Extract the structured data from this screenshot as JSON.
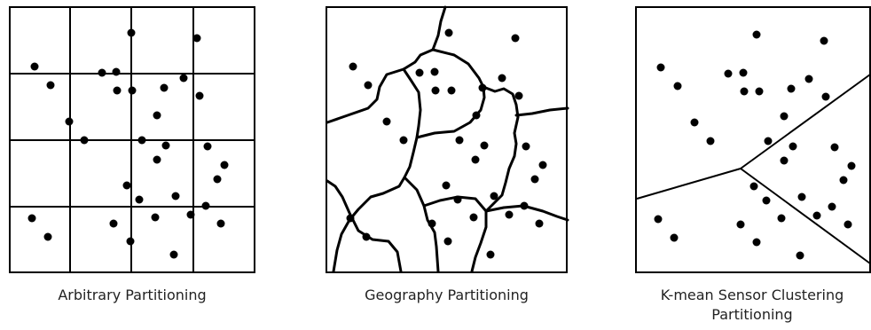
{
  "panels": [
    {
      "id": "arbitrary",
      "caption": "Arbitrary Partitioning"
    },
    {
      "id": "geography",
      "caption": "Geography Partitioning"
    },
    {
      "id": "kmean",
      "caption": "K-mean Sensor Clustering\nPartitioning"
    }
  ],
  "colors": {
    "ink": "#000000",
    "background": "#ffffff"
  }
}
